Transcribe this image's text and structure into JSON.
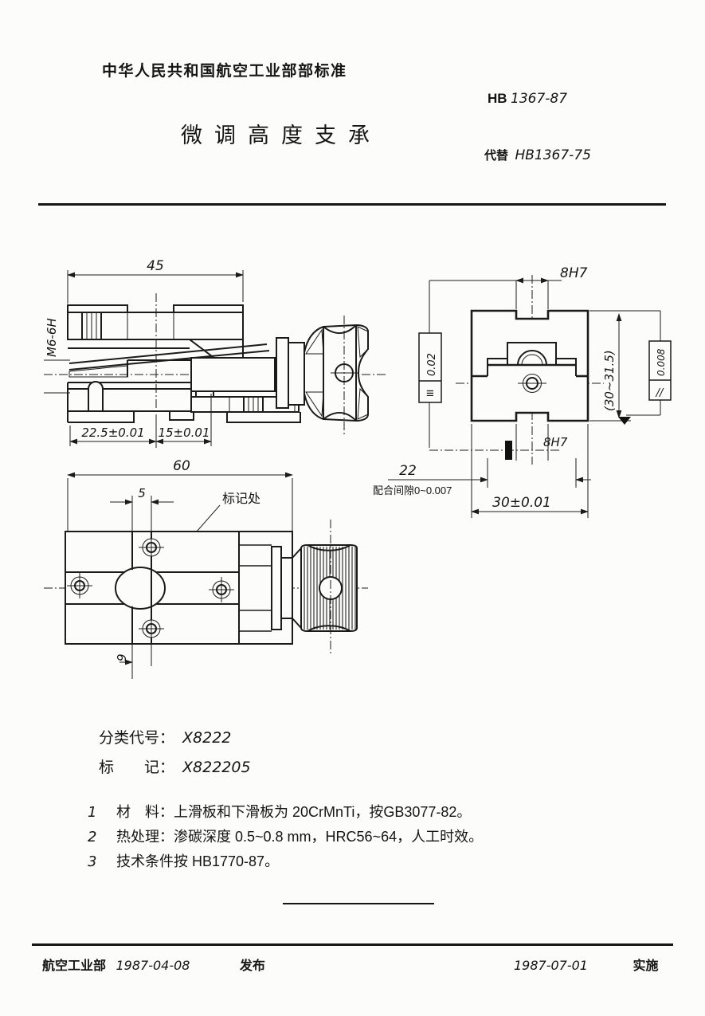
{
  "document": {
    "header": "中华人民共和国航空工业部部标准",
    "standard_prefix": "HB",
    "standard_number": "1367-87",
    "title": "微调高度支承",
    "replaces_label": "代替",
    "replaces_number": "HB1367-75"
  },
  "section_view": {
    "dim_top_width": "45",
    "thread_callout": "M6-6H",
    "dim_left_bottom": "22.5±0.01",
    "dim_mid_bottom": "15±0.01"
  },
  "plan_view": {
    "dim_top_width": "60",
    "dim_hole_offset": "5",
    "marking_callout": "标记处",
    "dim_side": "9"
  },
  "end_view": {
    "slot_top": "8H7",
    "slot_bottom": "8H7",
    "symmetry_symbol": "≡",
    "symmetry_tolerance": "0.02",
    "height_range": "(30~31.5)",
    "parallelism_symbol": "//",
    "parallelism_tolerance": "0.008",
    "dim_slot_spacing": "22",
    "fit_clearance_note": "配合间隙0~0.007",
    "dim_bottom_width": "30±0.01"
  },
  "classification": {
    "code_label": "分类代号：",
    "code_value": "X8222",
    "mark_label": "标　　记：",
    "mark_value": "X822205"
  },
  "notes": [
    {
      "num": "1",
      "text": "材　料：上滑板和下滑板为 20CrMnTi，按GB3077-82。"
    },
    {
      "num": "2",
      "text": "热处理：渗碳深度 0.5~0.8 mm，HRC56~64，人工时效。"
    },
    {
      "num": "3",
      "text": "技术条件按 HB1770-87。"
    }
  ],
  "footer": {
    "issuer": "航空工业部",
    "issue_date": "1987-04-08",
    "issue_word": "发布",
    "effective_date": "1987-07-01",
    "effective_word": "实施"
  }
}
